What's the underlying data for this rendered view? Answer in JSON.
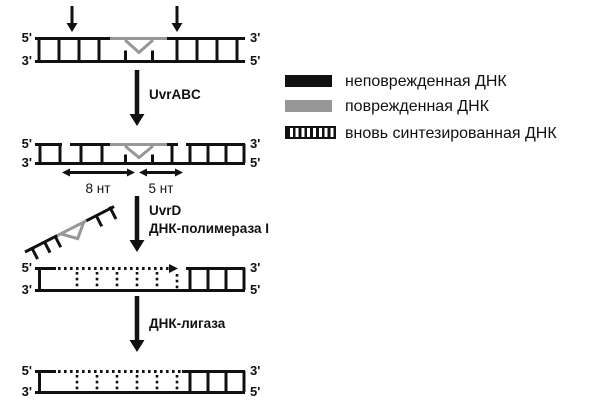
{
  "ends": {
    "five": "5'",
    "three": "3'"
  },
  "steps": {
    "uvrabc": "UvrABC",
    "uvrd": "UvrD",
    "polymerase": "ДНК-полимераза I",
    "ligase": "ДНК-лигаза"
  },
  "measurements": {
    "left": "8 нт",
    "right": "5 нт"
  },
  "legend": {
    "items": [
      {
        "swatch": "solid-black",
        "label": "неповрежденная ДНК"
      },
      {
        "swatch": "solid-gray",
        "label": "поврежденная ДНК"
      },
      {
        "swatch": "hatched",
        "label": "вновь синтезированная ДНК"
      }
    ]
  },
  "colors": {
    "black": "#111111",
    "gray": "#979797",
    "background": "#ffffff"
  }
}
